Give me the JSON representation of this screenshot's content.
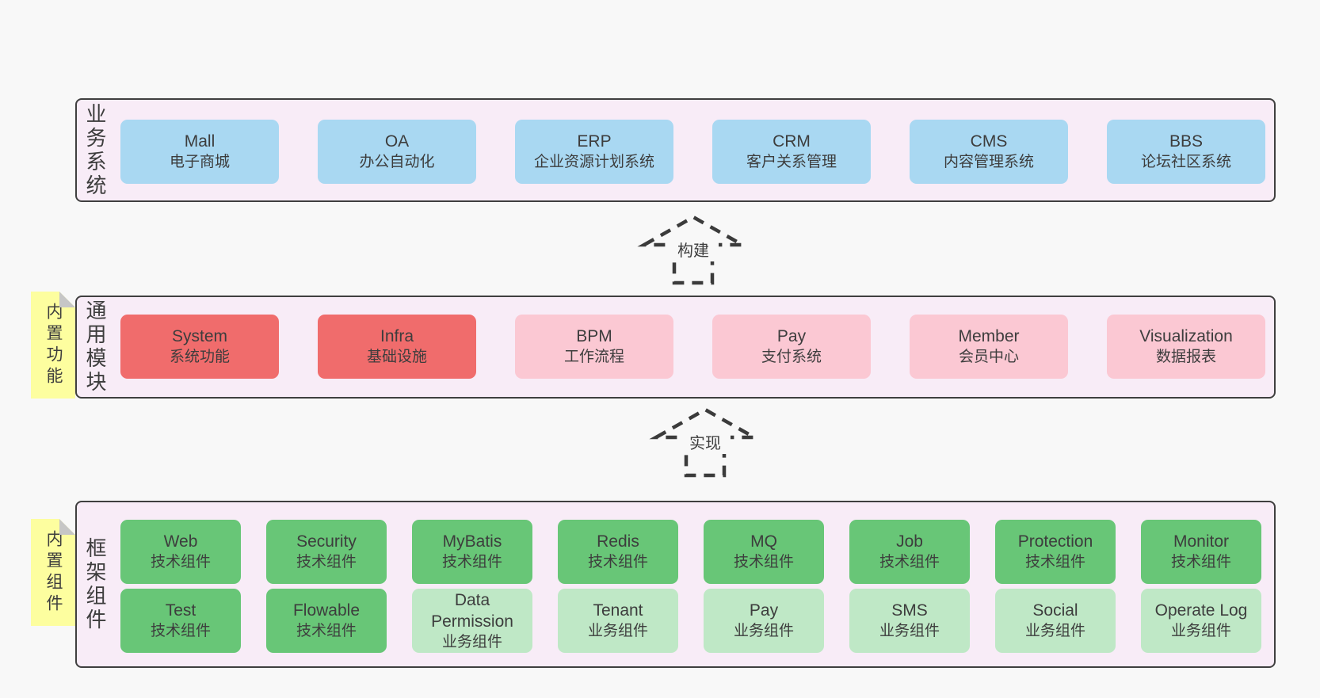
{
  "colors": {
    "page_bg": "#f8f8f8",
    "container_bg": "#f8ecf7",
    "container_border": "#3f3f3f",
    "text": "#3d3d3d",
    "arrow": "#3b3b3b",
    "note_yellow": "#fdfe9f",
    "note_fold": "#c6c6c6",
    "blue": "#a9d8f2",
    "red": "#f06c6c",
    "pink": "#fbc8d3",
    "green": "#68c677",
    "light_green": "#bfe8c6"
  },
  "layers": {
    "business": {
      "label": "业务系统",
      "rows": [
        [
          {
            "name": "Mall",
            "sub": "电子商城",
            "variant": "blue"
          },
          {
            "name": "OA",
            "sub": "办公自动化",
            "variant": "blue"
          },
          {
            "name": "ERP",
            "sub": "企业资源计划系统",
            "variant": "blue"
          },
          {
            "name": "CRM",
            "sub": "客户关系管理",
            "variant": "blue"
          },
          {
            "name": "CMS",
            "sub": "内容管理系统",
            "variant": "blue"
          },
          {
            "name": "BBS",
            "sub": "论坛社区系统",
            "variant": "blue"
          }
        ]
      ]
    },
    "modules": {
      "label": "通用模块",
      "note": "内置功能",
      "rows": [
        [
          {
            "name": "System",
            "sub": "系统功能",
            "variant": "red"
          },
          {
            "name": "Infra",
            "sub": "基础设施",
            "variant": "red"
          },
          {
            "name": "BPM",
            "sub": "工作流程",
            "variant": "pink"
          },
          {
            "name": "Pay",
            "sub": "支付系统",
            "variant": "pink"
          },
          {
            "name": "Member",
            "sub": "会员中心",
            "variant": "pink"
          },
          {
            "name": "Visualization",
            "sub": "数据报表",
            "variant": "pink"
          }
        ]
      ]
    },
    "components": {
      "label": "框架组件",
      "note": "内置组件",
      "rows": [
        [
          {
            "name": "Web",
            "sub": "技术组件",
            "variant": "green"
          },
          {
            "name": "Security",
            "sub": "技术组件",
            "variant": "green"
          },
          {
            "name": "MyBatis",
            "sub": "技术组件",
            "variant": "green"
          },
          {
            "name": "Redis",
            "sub": "技术组件",
            "variant": "green"
          },
          {
            "name": "MQ",
            "sub": "技术组件",
            "variant": "green"
          },
          {
            "name": "Job",
            "sub": "技术组件",
            "variant": "green"
          },
          {
            "name": "Protection",
            "sub": "技术组件",
            "variant": "green"
          },
          {
            "name": "Monitor",
            "sub": "技术组件",
            "variant": "green"
          }
        ],
        [
          {
            "name": "Test",
            "sub": "技术组件",
            "variant": "green"
          },
          {
            "name": "Flowable",
            "sub": "技术组件",
            "variant": "green"
          },
          {
            "name": "Data Permission",
            "sub": "业务组件",
            "variant": "light_green"
          },
          {
            "name": "Tenant",
            "sub": "业务组件",
            "variant": "light_green"
          },
          {
            "name": "Pay",
            "sub": "业务组件",
            "variant": "light_green"
          },
          {
            "name": "SMS",
            "sub": "业务组件",
            "variant": "light_green"
          },
          {
            "name": "Social",
            "sub": "业务组件",
            "variant": "light_green"
          },
          {
            "name": "Operate Log",
            "sub": "业务组件",
            "variant": "light_green"
          }
        ]
      ]
    }
  },
  "arrows": [
    {
      "label": "构建"
    },
    {
      "label": "实现"
    }
  ]
}
